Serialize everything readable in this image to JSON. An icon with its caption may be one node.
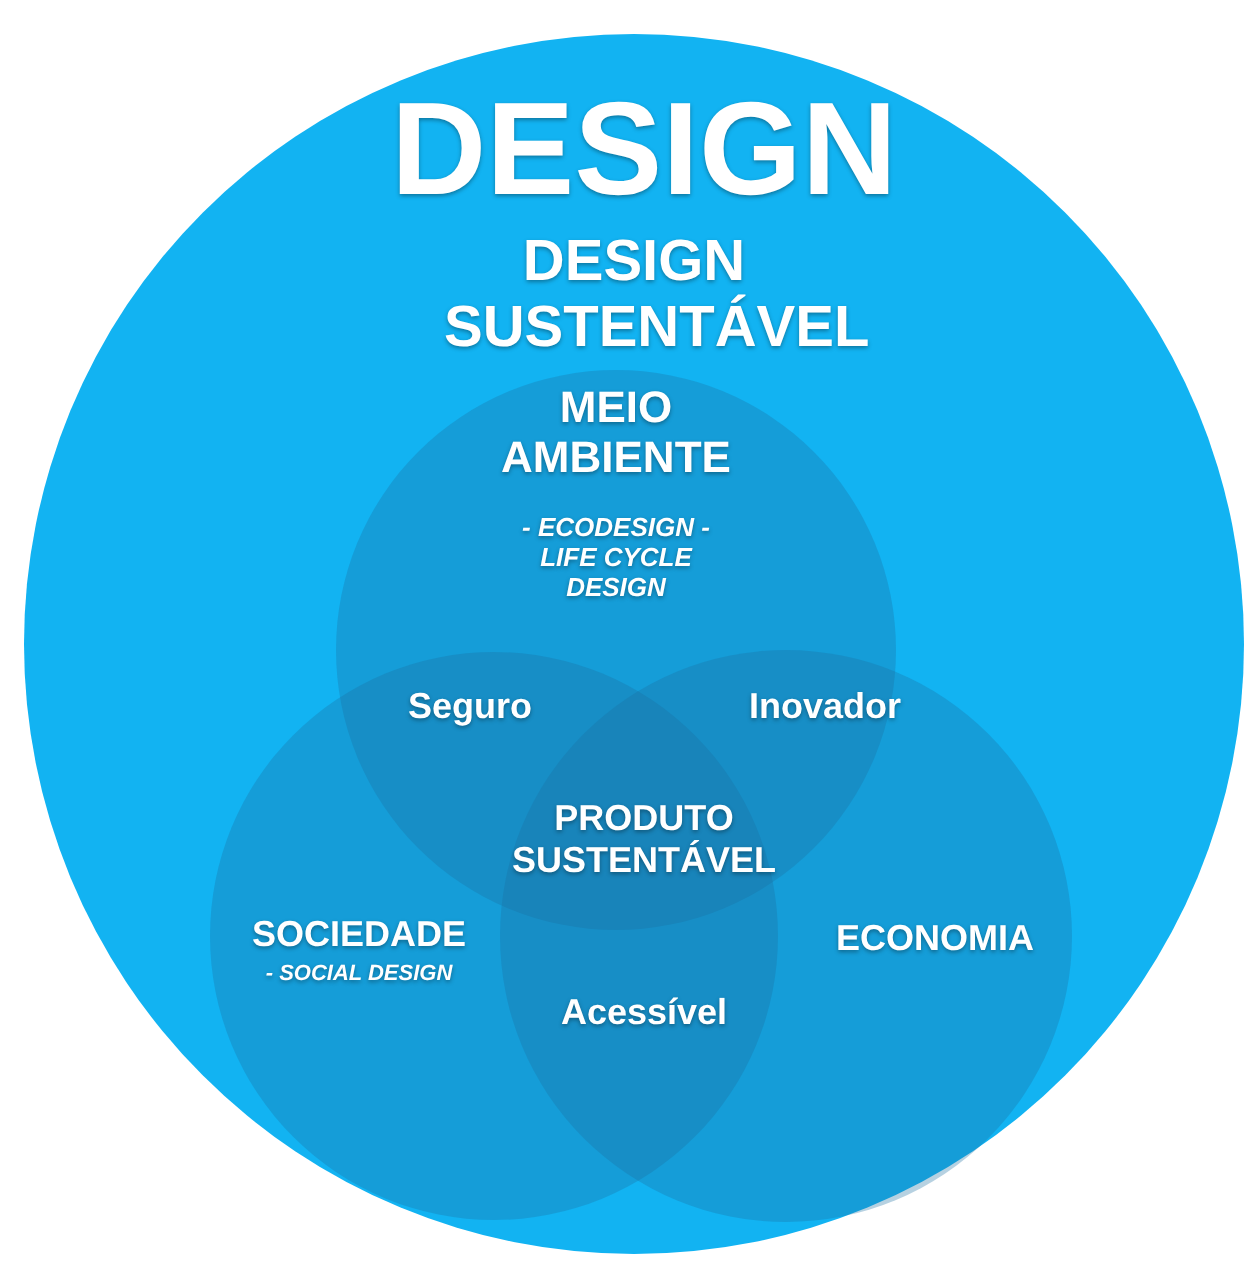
{
  "diagram": {
    "nodes": [
      {
        "text": [
          "DESIGN",
          "DESIGN SUSTENTÁVEL"
        ]
      },
      {
        "text": [
          "MEIO AMBIENTE",
          "- ECODESIGN - LIFE CYCLE DESIGN"
        ],
        "in": 0
      },
      {
        "text": [
          "SOCIEDADE",
          "- SOCIAL DESIGN"
        ],
        "in": 0
      },
      {
        "text": [
          "ECONOMIA"
        ],
        "in": 0
      }
    ],
    "labels": [
      "Seguro",
      "Inovador",
      "PRODUTO SUSTENTÁVEL",
      "Acessível"
    ]
  }
}
